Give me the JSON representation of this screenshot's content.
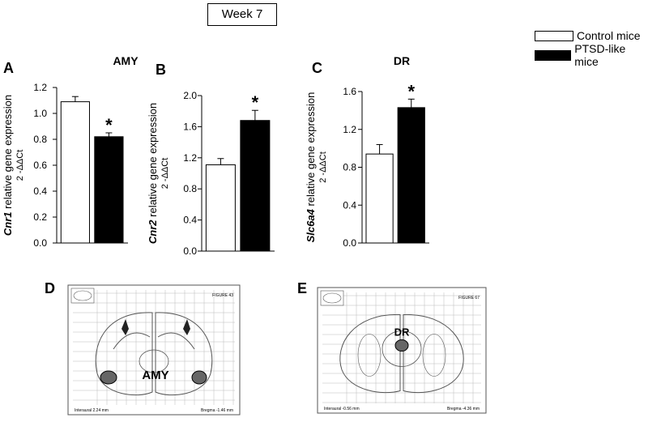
{
  "header": {
    "week_label": "Week 7"
  },
  "legend": {
    "items": [
      {
        "label": "Control mice",
        "fill": "#ffffff"
      },
      {
        "label": "PTSD-like mice",
        "fill": "#000000"
      }
    ]
  },
  "colors": {
    "control": "#ffffff",
    "ptsd": "#000000",
    "stroke": "#000000",
    "atlas_line": "#555555",
    "roi": "#666666"
  },
  "chart_data": [
    {
      "panel": "A",
      "type": "bar",
      "title": "AMY",
      "ylabel_gene": "Cnr1",
      "ylabel_text": "relative gene expression",
      "ylabel_formula": "2 -ΔΔCt",
      "ylim": [
        0,
        1.2
      ],
      "yticks": [
        "0.0",
        "0.2",
        "0.4",
        "0.6",
        "0.8",
        "1.0",
        "1.2"
      ],
      "categories": [
        "Control mice",
        "PTSD-like mice"
      ],
      "values": [
        1.09,
        0.82
      ],
      "errors": [
        0.04,
        0.03
      ],
      "significance": [
        "",
        "*"
      ]
    },
    {
      "panel": "B",
      "type": "bar",
      "title": "",
      "ylabel_gene": "Cnr2",
      "ylabel_text": "relative gene expression",
      "ylabel_formula": "2 -ΔΔCt",
      "ylim": [
        0,
        2.0
      ],
      "yticks": [
        "0.0",
        "0.4",
        "0.8",
        "1.2",
        "1.6",
        "2.0"
      ],
      "categories": [
        "Control mice",
        "PTSD-like mice"
      ],
      "values": [
        1.11,
        1.68
      ],
      "errors": [
        0.08,
        0.13
      ],
      "significance": [
        "",
        "*"
      ]
    },
    {
      "panel": "C",
      "type": "bar",
      "title": "DR",
      "ylabel_gene": "Slc6a4",
      "ylabel_text": "relative gene expression",
      "ylabel_formula": "2 -ΔΔCt",
      "ylim": [
        0,
        1.6
      ],
      "yticks": [
        "0.0",
        "0.4",
        "0.8",
        "1.2",
        "1.6"
      ],
      "categories": [
        "Control mice",
        "PTSD-like mice"
      ],
      "values": [
        0.94,
        1.43
      ],
      "errors": [
        0.1,
        0.09
      ],
      "significance": [
        "",
        "*"
      ]
    }
  ],
  "atlas_panels": [
    {
      "panel": "D",
      "figure_label": "FIGURE 43",
      "region_label": "AMY",
      "interaural_label": "Interaural 2.24 mm",
      "bregma_label": "Bregma -1.46 mm"
    },
    {
      "panel": "E",
      "figure_label": "FIGURE 67",
      "region_label": "DR",
      "interaural_label": "Interaural -0.56 mm",
      "bregma_label": "Bregma -4.36 mm"
    }
  ]
}
